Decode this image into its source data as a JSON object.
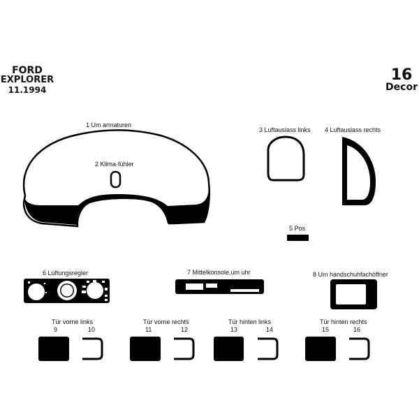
{
  "header": {
    "make": "FORD",
    "model": "EXPLORER",
    "date": "11.1994",
    "count": "16",
    "count_label": "Decor"
  },
  "parts": [
    {
      "label": "1  Um armaturen"
    },
    {
      "label": "2  Klima-fühler"
    },
    {
      "label": "3  Luftauslass links"
    },
    {
      "label": "4  Luftauslass rechts"
    },
    {
      "label": "5 Pos"
    },
    {
      "label": "6  Lüftungsregler"
    },
    {
      "label": "7  Mittelkonsole,um uhr"
    },
    {
      "label": "8  Um handschuhfachöffner"
    }
  ],
  "doors": [
    {
      "title": "Tür vorne links",
      "left_num": "9",
      "right_num": "10"
    },
    {
      "title": "Tür vorne rechts",
      "left_num": "11",
      "right_num": "12"
    },
    {
      "title": "Tür hinten links",
      "left_num": "13",
      "right_num": "14"
    },
    {
      "title": "Tür hinten rechts",
      "left_num": "15",
      "right_num": "16"
    }
  ],
  "colors": {
    "part": "#000000",
    "background": "#ffffff"
  }
}
